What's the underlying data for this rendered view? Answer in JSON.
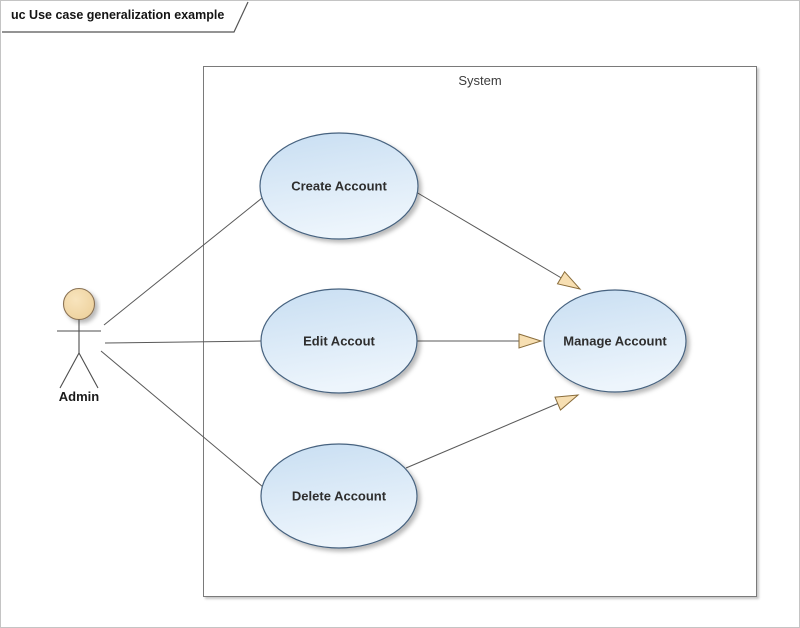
{
  "frame": {
    "title": "uc Use case generalization example",
    "diagram_type": "UML use case diagram"
  },
  "system": {
    "label": "System"
  },
  "actor": {
    "label": "Admin"
  },
  "use_cases": [
    {
      "id": "create-account",
      "label": "Create Account"
    },
    {
      "id": "edit-account",
      "label": "Edit Accout"
    },
    {
      "id": "delete-account",
      "label": "Delete Account"
    },
    {
      "id": "manage-account",
      "label": "Manage Account"
    }
  ],
  "relationships": {
    "associations": [
      {
        "from": "Admin",
        "to": "Create Account"
      },
      {
        "from": "Admin",
        "to": "Edit Accout"
      },
      {
        "from": "Admin",
        "to": "Delete Account"
      }
    ],
    "generalizations": [
      {
        "from": "Create Account",
        "to": "Manage Account"
      },
      {
        "from": "Edit Accout",
        "to": "Manage Account"
      },
      {
        "from": "Delete Account",
        "to": "Manage Account"
      }
    ]
  },
  "colors": {
    "use_case_fill_top": "#cbe0f4",
    "use_case_fill_bottom": "#edf5fc",
    "use_case_stroke": "#46627f",
    "arrowhead_fill": "#f7dfb2",
    "arrowhead_stroke": "#8a6d3b",
    "actor_head_fill": "#f3d9a9",
    "actor_head_stroke": "#8b7355",
    "line_color": "#595959",
    "frame_border": "#c4c4c4",
    "system_border": "#7a7a7a"
  }
}
